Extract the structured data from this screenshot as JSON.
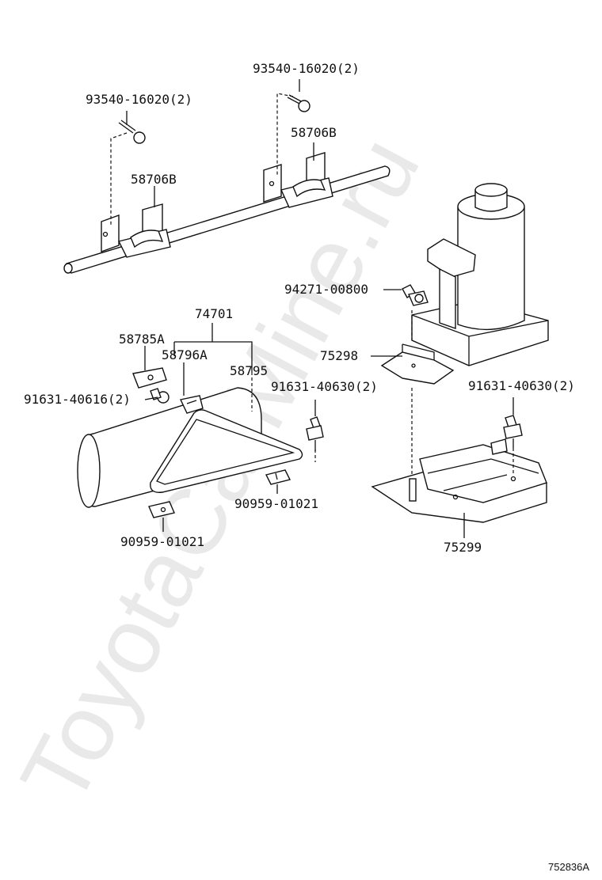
{
  "watermark": "ToyotaCarMine.ru",
  "figure_code": "752836A",
  "labels": {
    "p93540_top": "93540-16020(2)",
    "p93540_left": "93540-16020(2)",
    "p58706b_right": "58706B",
    "p58706b_left": "58706B",
    "p94271": "94271-00800",
    "p74701": "74701",
    "p58785a": "58785A",
    "p58796a": "58796A",
    "p75298": "75298",
    "p58795": "58795",
    "p91631_mid": "91631-40630(2)",
    "p91631_right": "91631-40630(2)",
    "p91631_left": "91631-40616(2)",
    "p90959_right": "90959-01021",
    "p90959_left": "90959-01021",
    "p75299": "75299"
  }
}
